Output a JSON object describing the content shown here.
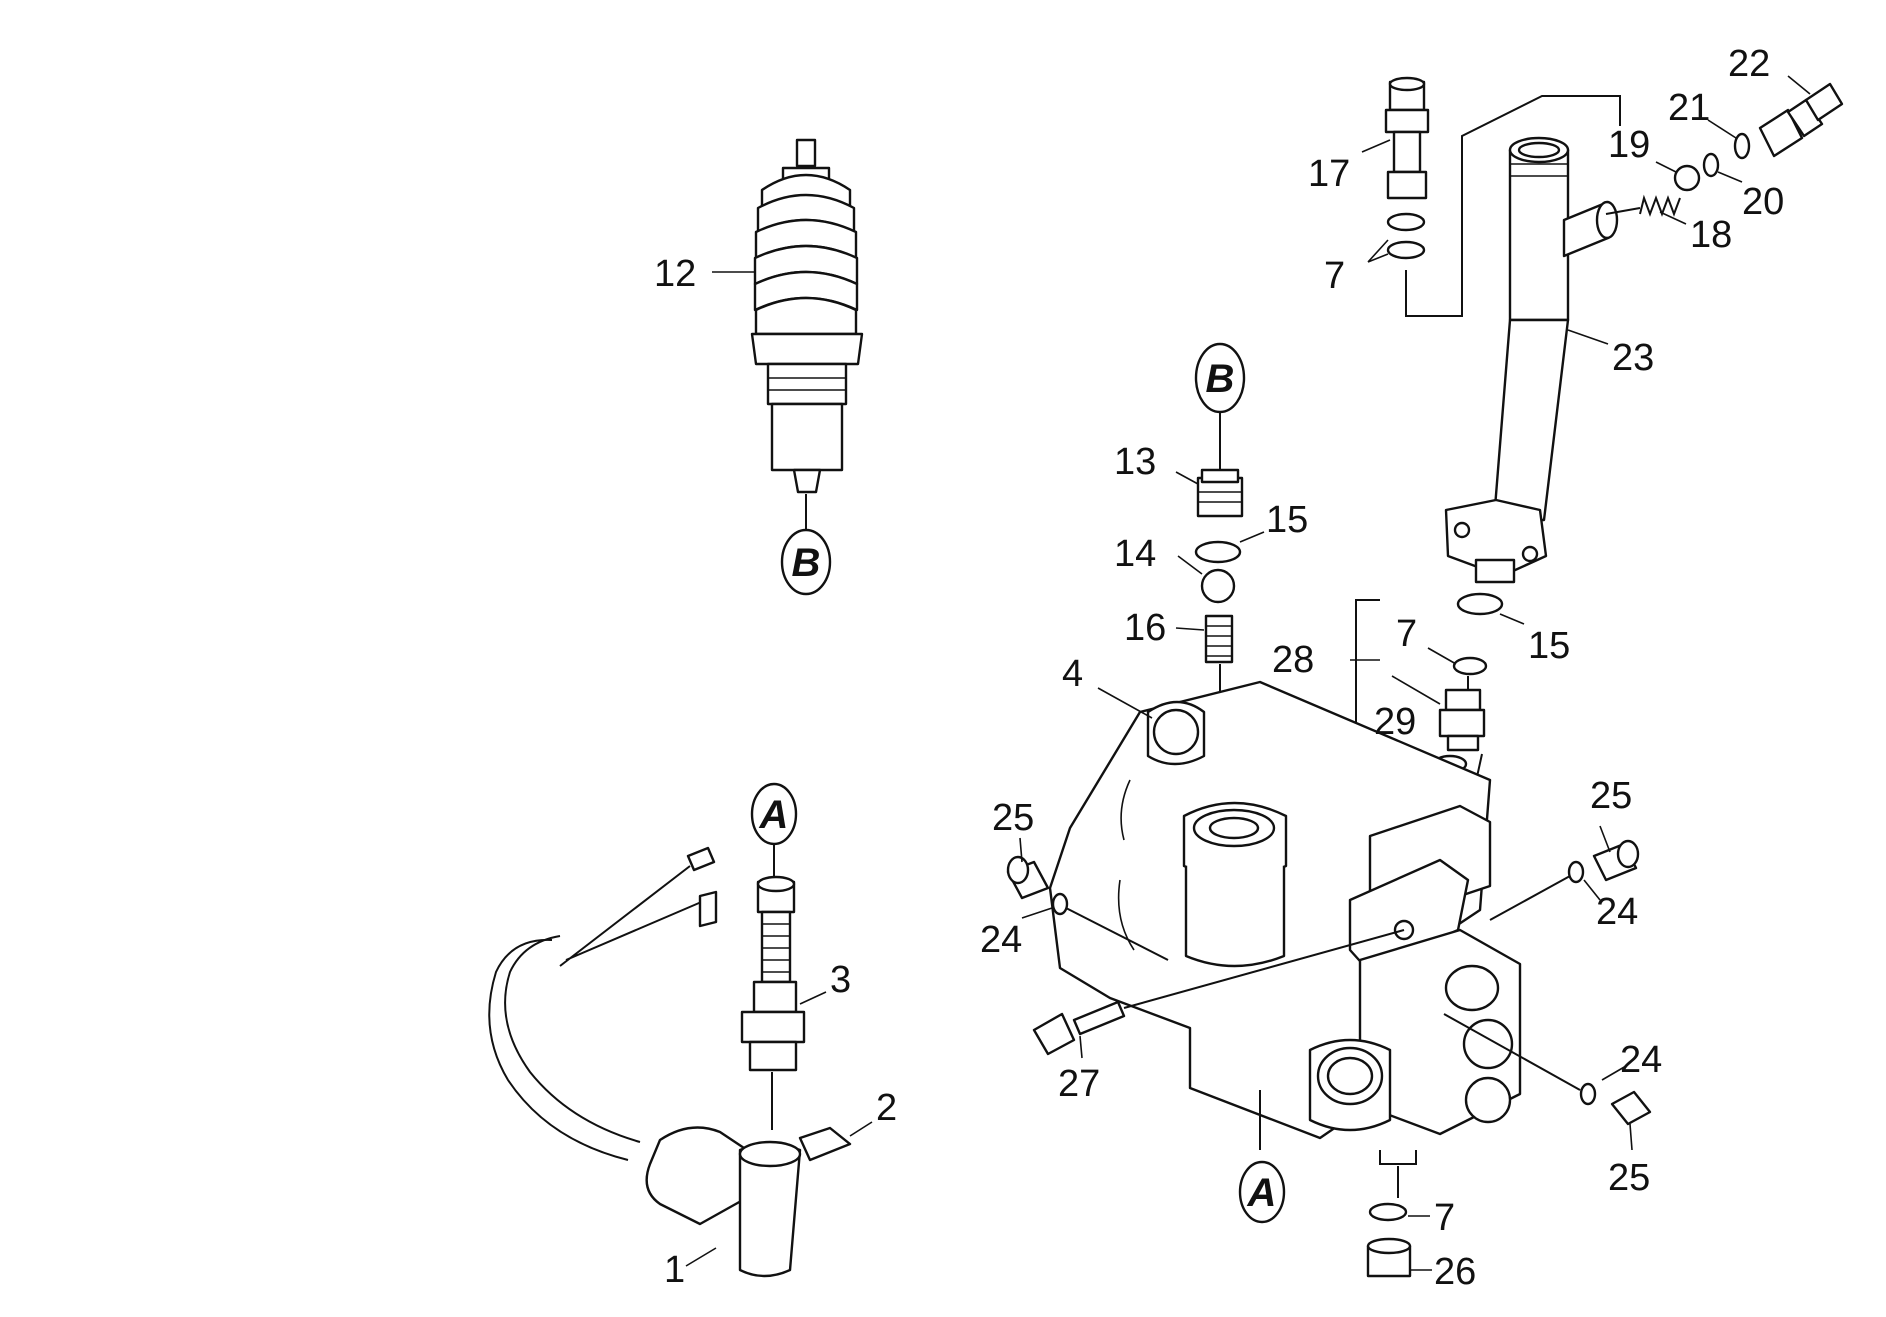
{
  "labels": {
    "p1": "1",
    "p2": "2",
    "p3": "3",
    "p4": "4",
    "p7a": "7",
    "p7b": "7",
    "p7c": "7",
    "p12": "12",
    "p13": "13",
    "p14": "14",
    "p15a": "15",
    "p15b": "15",
    "p16": "16",
    "p17": "17",
    "p18": "18",
    "p19": "19",
    "p20": "20",
    "p21": "21",
    "p22": "22",
    "p23": "23",
    "p24a": "24",
    "p24b": "24",
    "p24c": "24",
    "p25a": "25",
    "p25b": "25",
    "p25c": "25",
    "p26": "26",
    "p27": "27",
    "p28": "28",
    "p29": "29"
  },
  "markers": {
    "a_top": "A",
    "a_bottom": "A",
    "b_top": "B",
    "b_bottom": "B"
  }
}
